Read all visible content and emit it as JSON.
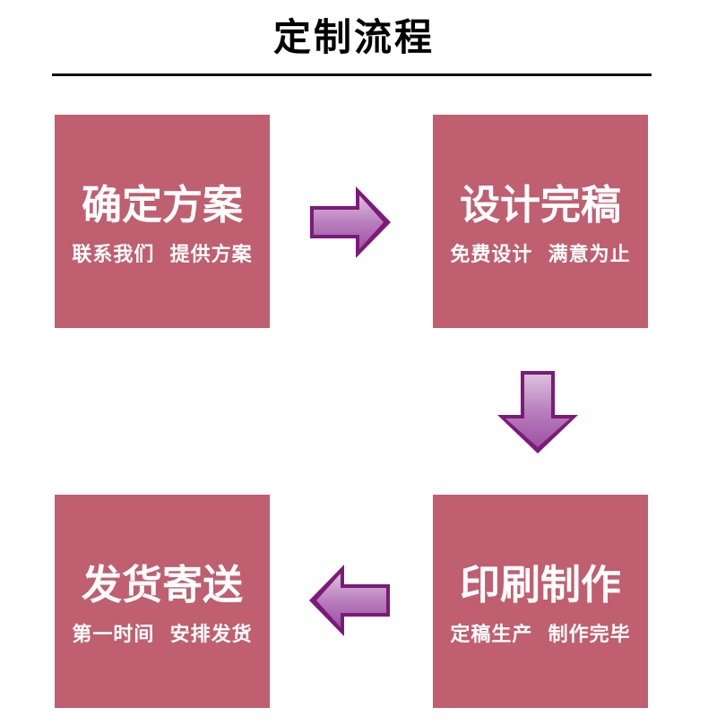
{
  "header": {
    "title": "定制流程"
  },
  "steps": [
    {
      "title": "确定方案",
      "subtitle": "联系我们  提供方案"
    },
    {
      "title": "设计完稿",
      "subtitle": "免费设计  满意为止"
    },
    {
      "title": "印刷制作",
      "subtitle": "定稿生产  制作完毕"
    },
    {
      "title": "发货寄送",
      "subtitle": "第一时间  安排发货"
    }
  ],
  "arrows": [
    {
      "icon": "arrow-right-icon",
      "direction": "right",
      "from": "确定方案",
      "to": "设计完稿"
    },
    {
      "icon": "arrow-down-icon",
      "direction": "down",
      "from": "设计完稿",
      "to": "印刷制作"
    },
    {
      "icon": "arrow-left-icon",
      "direction": "left",
      "from": "印刷制作",
      "to": "发货寄送"
    }
  ],
  "colors": {
    "box_background": "#bf5f6f",
    "box_text": "#ffffff",
    "arrow_dark": "#7c1a79",
    "arrow_light": "#dcc0dd",
    "arrow_mid": "#b97fbd",
    "arrow_deep": "#9d52a3",
    "title_text": "#000000",
    "divider": "#111111",
    "page_bg": "#ffffff"
  }
}
